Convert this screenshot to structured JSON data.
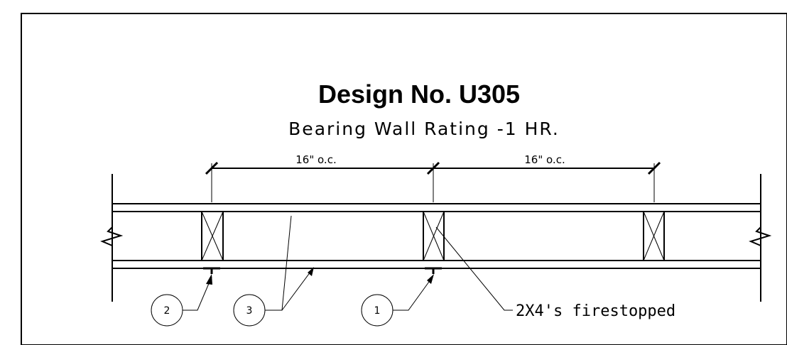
{
  "title": "Design No. U305",
  "subtitle": "Bearing Wall Rating -1 HR.",
  "dimensions": [
    {
      "label": "16\" o.c."
    },
    {
      "label": "16\" o.c."
    }
  ],
  "callouts": [
    {
      "label": "2"
    },
    {
      "label": "3"
    },
    {
      "label": "1"
    }
  ],
  "note": "2X4's firestopped",
  "colors": {
    "line": "#000000",
    "background": "#ffffff"
  }
}
